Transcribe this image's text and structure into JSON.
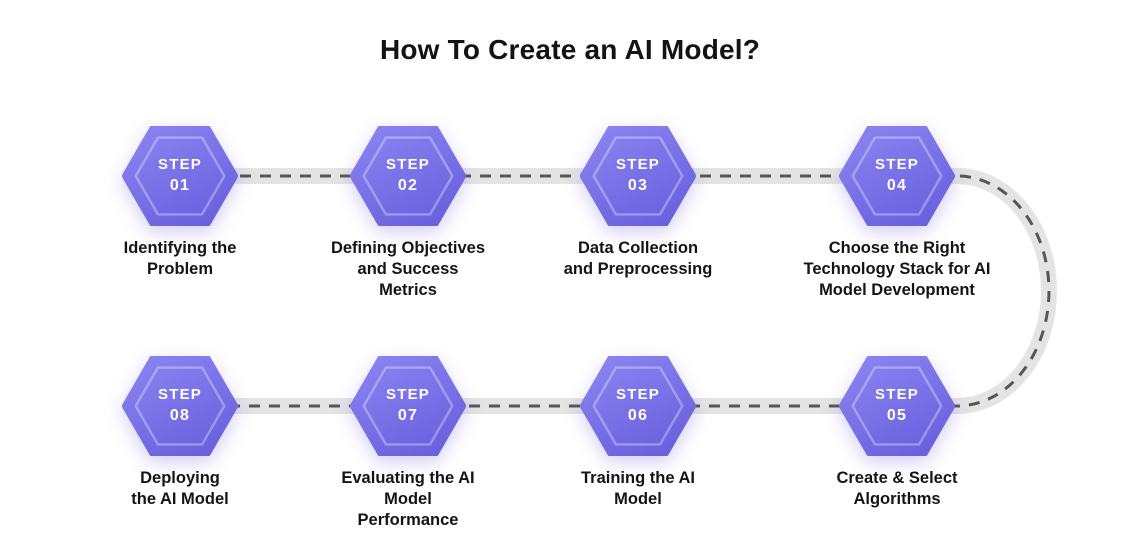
{
  "title": "How To Create an AI Model?",
  "colors": {
    "hex_top": "#8983F0",
    "hex_bottom": "#6A61DE",
    "inner_outline": "rgba(255,255,255,0.32)",
    "track": "#E4E4E4",
    "dash": "#565656",
    "heading_text": "#121217",
    "caption_text": "#141418",
    "step_text": "#FFFFFF"
  },
  "steps": [
    {
      "step_label": "STEP",
      "number": "01",
      "caption_lines": [
        "Identifying the",
        "Problem"
      ]
    },
    {
      "step_label": "STEP",
      "number": "02",
      "caption_lines": [
        "Defining Objectives",
        "and Success",
        "Metrics"
      ]
    },
    {
      "step_label": "STEP",
      "number": "03",
      "caption_lines": [
        "Data Collection",
        "and Preprocessing"
      ]
    },
    {
      "step_label": "STEP",
      "number": "04",
      "caption_lines": [
        "Choose the Right",
        "Technology Stack for AI",
        "Model Development"
      ]
    },
    {
      "step_label": "STEP",
      "number": "05",
      "caption_lines": [
        "Create & Select",
        "Algorithms"
      ]
    },
    {
      "step_label": "STEP",
      "number": "06",
      "caption_lines": [
        "Training the AI",
        "Model"
      ]
    },
    {
      "step_label": "STEP",
      "number": "07",
      "caption_lines": [
        "Evaluating the AI",
        "Model",
        "Performance"
      ]
    },
    {
      "step_label": "STEP",
      "number": "08",
      "caption_lines": [
        "Deploying",
        "the AI Model"
      ]
    }
  ]
}
